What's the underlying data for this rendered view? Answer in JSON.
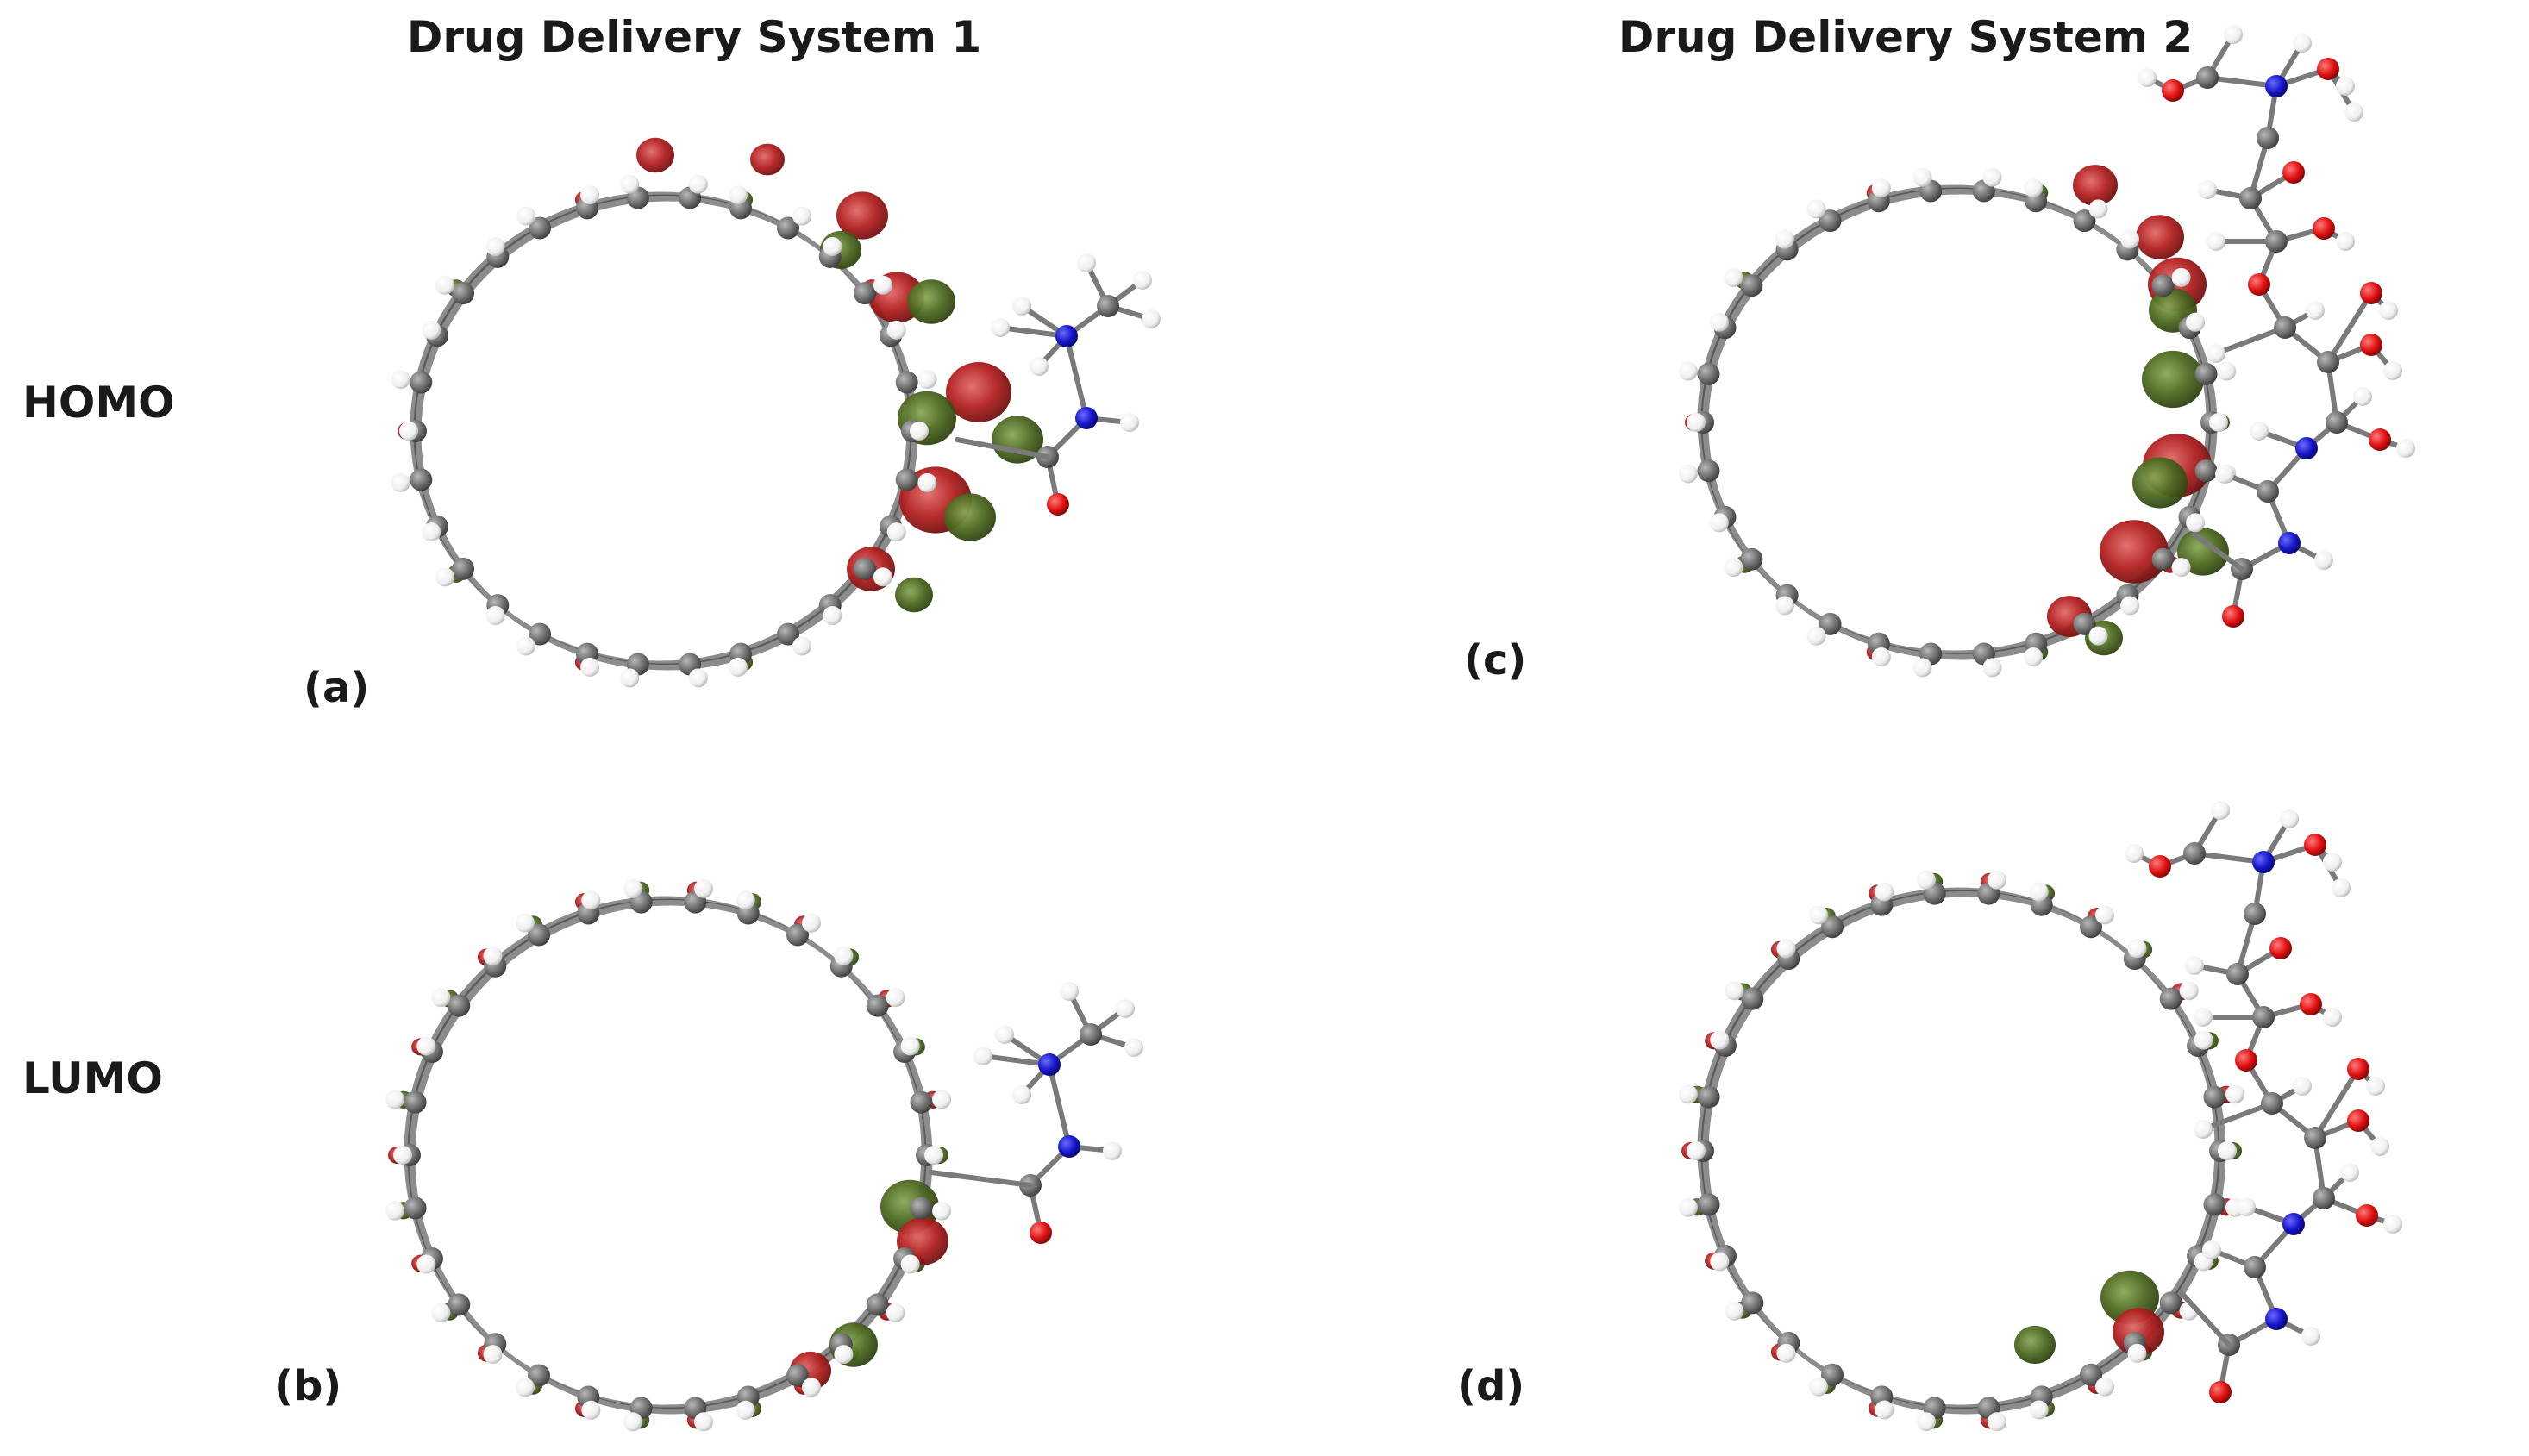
{
  "headers": {
    "system1": "Drug Delivery System 1",
    "system2": "Drug Delivery System 2"
  },
  "rows": {
    "homo": "HOMO",
    "lumo": "LUMO"
  },
  "panels": {
    "a": "(a)",
    "b": "(b)",
    "c": "(c)",
    "d": "(d)"
  },
  "colors": {
    "carbon": "#6e6e6e",
    "hydrogen": "#f4f4f4",
    "nitrogen": "#1515c8",
    "oxygen": "#e01010",
    "orbital_positive": "#b32020",
    "orbital_negative": "#4e6a22",
    "bond": "#7a7a7a"
  }
}
